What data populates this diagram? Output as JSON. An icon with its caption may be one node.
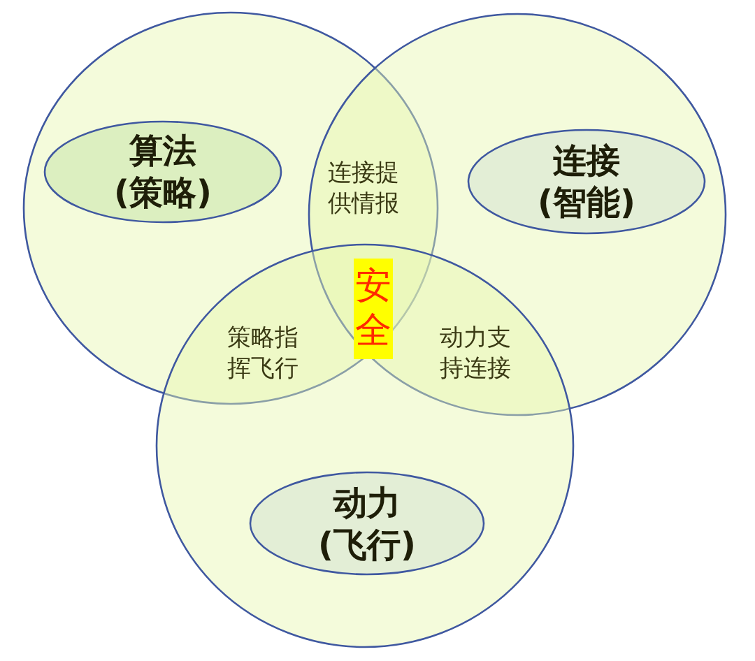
{
  "diagram": {
    "nodes": [
      {
        "text": [],
        "shape": "circle"
      },
      {
        "text": [],
        "shape": "circle"
      },
      {
        "text": [],
        "shape": "circle"
      },
      {
        "text": [
          "算法(策略)"
        ],
        "in": 0
      },
      {
        "text": [
          "连接(智能)"
        ],
        "in": 1
      },
      {
        "text": [
          "动力(飞行)"
        ],
        "in": 2
      },
      {
        "text": [
          "安全"
        ]
      }
    ],
    "labels": [
      "连接提供情报",
      "策略指挥飞行",
      "动力支持连接"
    ]
  }
}
